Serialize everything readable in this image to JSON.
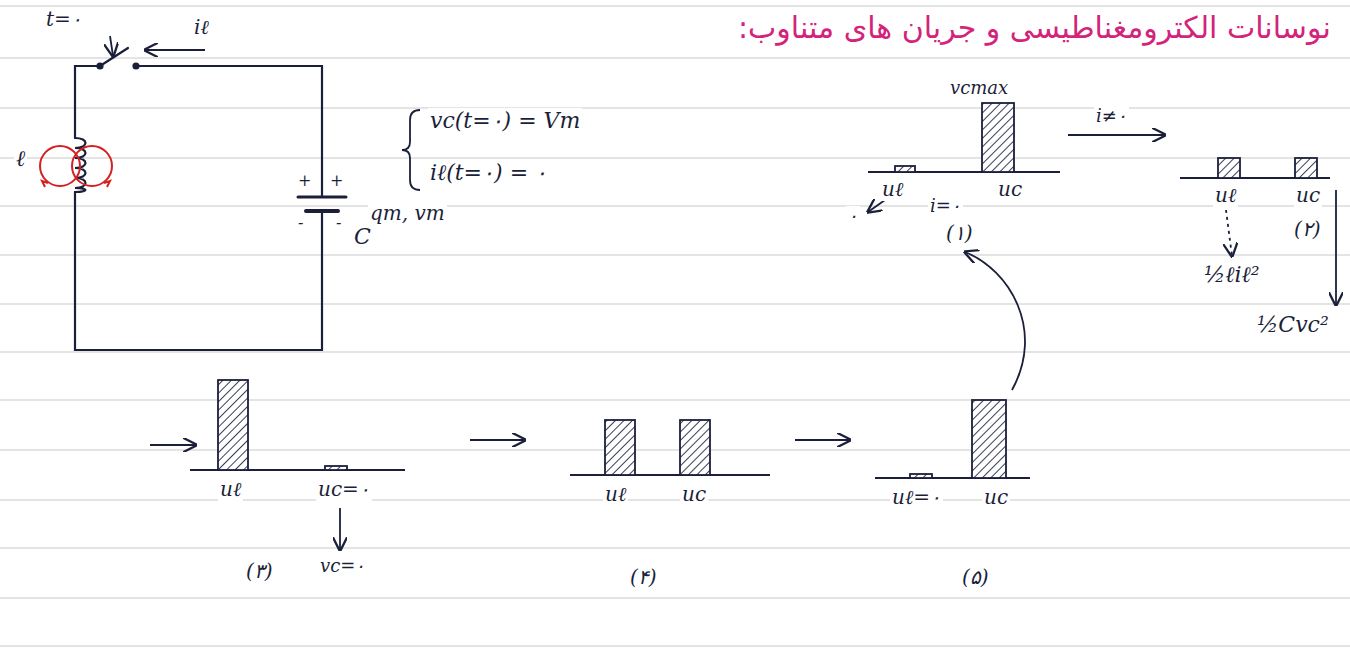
{
  "diagram": {
    "title": "نوسانات الکترومغناطیسی و جریان های متناوب:",
    "labels": [
      "t=۰",
      "iℓ",
      "ℓ",
      "+",
      "+",
      "-",
      "-",
      "C",
      "qm, vm",
      "vc(t=۰) = Vm",
      "iℓ(t=۰) = ۰",
      "vcmax",
      "uℓ",
      "i=۰",
      "uc",
      "۰",
      "(۱)",
      "i≠۰",
      "uℓ",
      "uc",
      "(۲)",
      "½ℓiℓ²",
      "½Cvc²",
      "uℓ",
      "uc=۰",
      "vc=۰",
      "(۳)",
      "uℓ",
      "uc",
      "(۴)",
      "uℓ=۰",
      "uc",
      "(۵)"
    ]
  }
}
